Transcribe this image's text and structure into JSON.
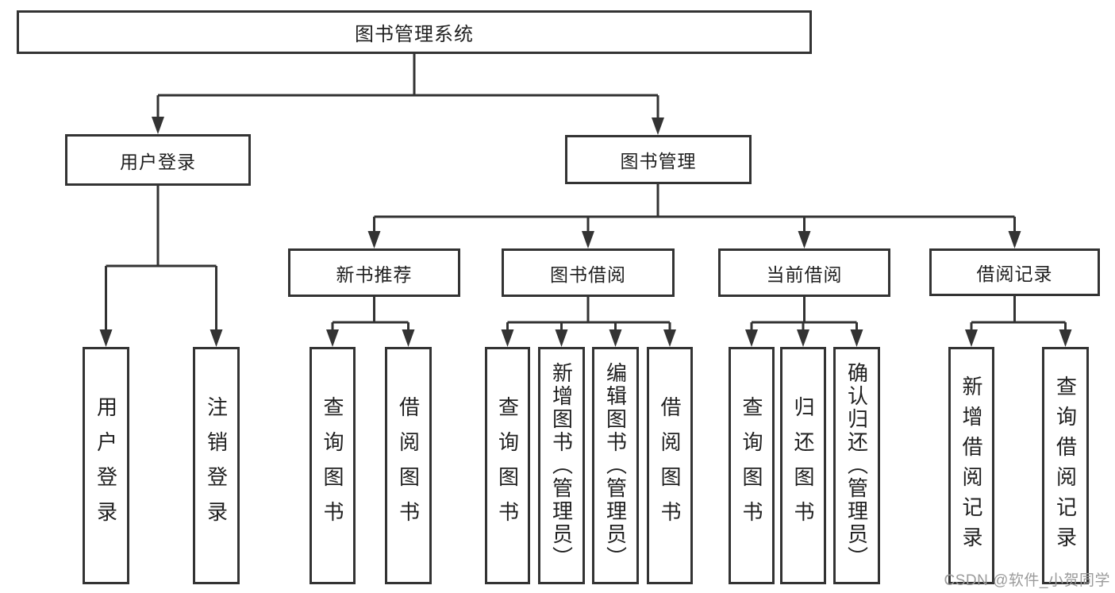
{
  "tree": {
    "root": {
      "label": "图书管理系统"
    },
    "branches": [
      {
        "label": "用户登录",
        "leaves": [
          "用户登录",
          "注销登录"
        ]
      },
      {
        "label": "图书管理",
        "groups": [
          {
            "label": "新书推荐",
            "leaves": [
              "查询图书",
              "借阅图书"
            ]
          },
          {
            "label": "图书借阅",
            "leaves": [
              "查询图书",
              "新增图书（管理员）",
              "编辑图书（管理员）",
              "借阅图书"
            ]
          },
          {
            "label": "当前借阅",
            "leaves": [
              "查询图书",
              "归还图书",
              "确认归还（管理员）"
            ]
          },
          {
            "label": "借阅记录",
            "leaves": [
              "新增借阅记录",
              "查询借阅记录"
            ]
          }
        ]
      }
    ]
  },
  "watermark": "CSDN @软件_小贺同学",
  "colors": {
    "line": "#333333",
    "text": "#1f1f1f",
    "watermark": "#9b9b9b",
    "background": "#ffffff"
  }
}
